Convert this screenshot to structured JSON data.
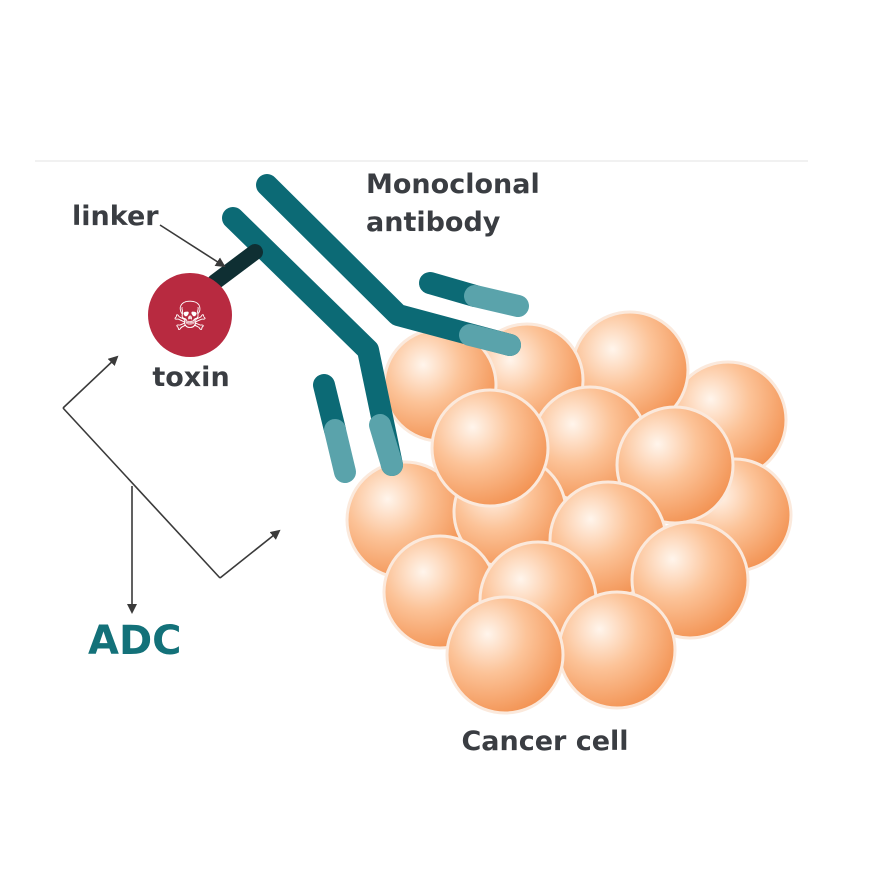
{
  "labels": {
    "linker": "linker",
    "antibody_line1": "Monoclonal",
    "antibody_line2": "antibody",
    "toxin": "toxin",
    "adc": "ADC",
    "cancer_cell": "Cancer cell"
  },
  "icons": {
    "toxin_symbol": "☠"
  },
  "colors": {
    "antibody_dark": "#0c6a75",
    "antibody_light": "#5aa3ab",
    "linker": "#0f2f33",
    "toxin": "#b82a40",
    "cell_fill": "#f8a870",
    "cell_edge": "#fbe9dc",
    "adc_text": "#137179",
    "label_text": "#3a3d42",
    "arrow": "#3a3a3a"
  }
}
